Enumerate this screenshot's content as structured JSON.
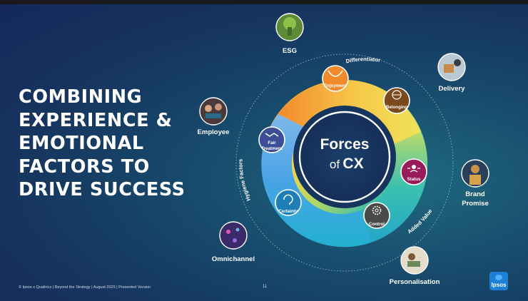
{
  "title_lines": [
    "COMBINING",
    "EXPERIENCE &",
    "EMOTIONAL",
    "FACTORS TO",
    "DRIVE SUCCESS"
  ],
  "center": {
    "title": "Forces",
    "of": "of",
    "cx": "CX"
  },
  "arc_labels": {
    "top": "Differentiator",
    "right": "Added Value",
    "left": "Hygiene Factors"
  },
  "segments": {
    "enjoyment": "Enjoyment",
    "belonging": "Belonging",
    "status": "Status",
    "control": "Control",
    "certainty": "Certainty",
    "fair_line1": "Fair",
    "fair_line2": "Treatment"
  },
  "outer": {
    "esg": "ESG",
    "delivery": "Delivery",
    "brand_line1": "Brand",
    "brand_line2": "Promise",
    "personalisation": "Personalisation",
    "omnichannel": "Omnichannel",
    "employee": "Employee"
  },
  "footer": "© Ipsos x Qualtrics | Beyond the Strategy | August 2025 | Presented Version",
  "page_number": "11",
  "logo_text": "Ipsos",
  "colors": {
    "status_icon": "#9a1b5a",
    "control_icon": "#4a4a4a",
    "belonging_icon": "#7a4a1e",
    "enjoyment_icon": "#f08a2a",
    "certainty_icon": "#1e7fb8",
    "fair_icon": "#3c4f96"
  }
}
